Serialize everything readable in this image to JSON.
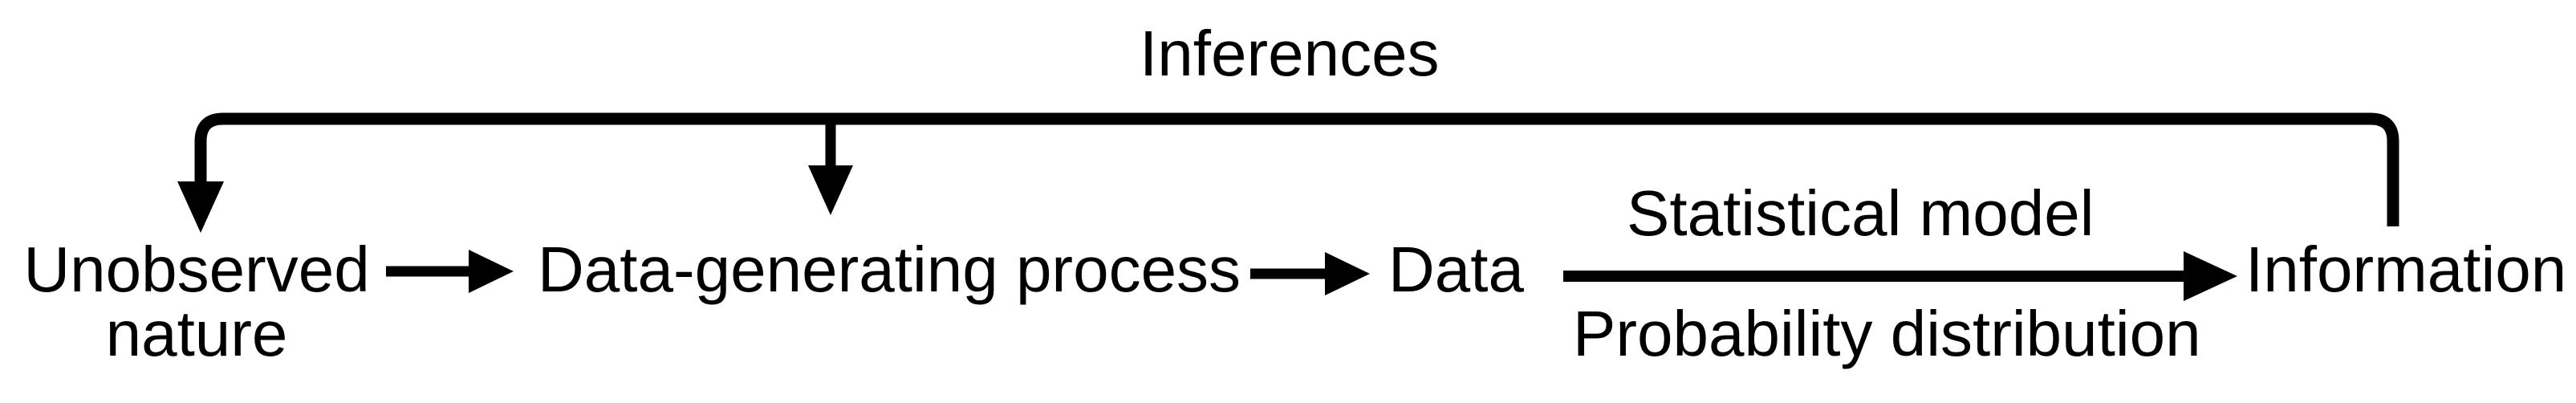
{
  "diagram": {
    "title": "Inferences",
    "nodes": {
      "unobserved": {
        "label": "Unobserved nature"
      },
      "dgp": {
        "label": "Data-generating process"
      },
      "data": {
        "label": "Data"
      },
      "information": {
        "label": "Information"
      }
    },
    "edges": {
      "unobserved_to_dgp": {
        "type": "arrow-right"
      },
      "dgp_to_data": {
        "type": "arrow-right"
      },
      "data_to_information": {
        "type": "arrow-right",
        "label_above": "Statistical model",
        "label_below": "Probability distribution"
      },
      "inferences_feedback": {
        "type": "bracket-down-arrows",
        "from": "Information",
        "to": [
          "Unobserved nature",
          "Data-generating process"
        ]
      }
    },
    "colors": {
      "ink": "#000000",
      "background": "#ffffff"
    }
  }
}
